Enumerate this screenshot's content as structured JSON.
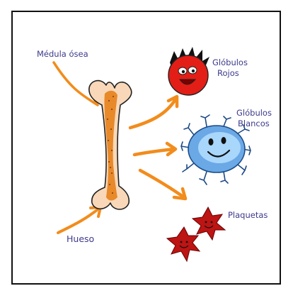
{
  "labels": {
    "marrow": "Médula ósea",
    "bone": "Hueso",
    "red_line1": "Glóbulos",
    "red_line2": "Rojos",
    "white_line1": "Glóbulos",
    "white_line2": "Blancos",
    "platelets": "Plaquetas"
  },
  "colors": {
    "label_text": "#3d3a8c",
    "arrow": "#f28c1c",
    "bone_fill": "#f8d8b8",
    "marrow_fill": "#e8892a",
    "red_cell": "#e31e16",
    "red_hair": "#111111",
    "white_cell": "#6aa8e6",
    "white_core": "#a9d6fb",
    "platelet": "#bd1414",
    "outline": "#222222",
    "frame": "#111111"
  },
  "icons": [
    "bone-icon",
    "red-blood-cell-icon",
    "white-blood-cell-icon",
    "platelet-icon"
  ]
}
